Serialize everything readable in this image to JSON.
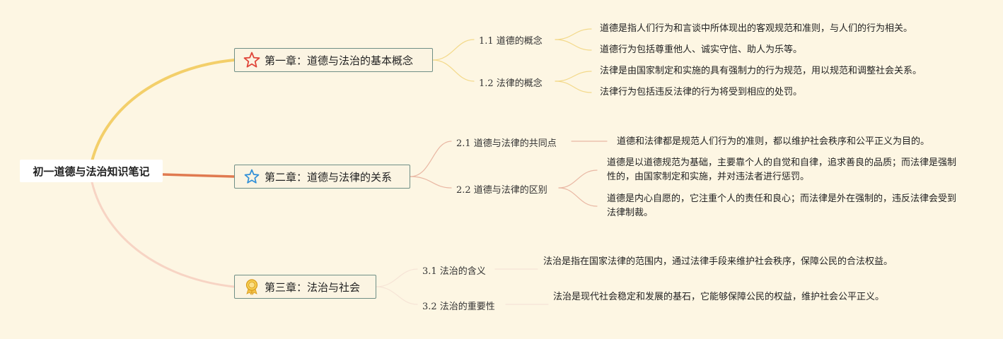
{
  "root": {
    "title": "初一道德与法治知识笔记"
  },
  "chapters": [
    {
      "title": "第一章：道德与法治的基本概念",
      "icon": "star-red-icon",
      "color": "#f3cf6a",
      "topics": [
        {
          "title": "1.1 道德的概念",
          "notes": [
            "道德是指人们行为和言谈中所体现出的客观规范和准则，与人们的行为相关。",
            "道德行为包括尊重他人、诚实守信、助人为乐等。"
          ]
        },
        {
          "title": "1.2 法律的概念",
          "notes": [
            "法律是由国家制定和实施的具有强制力的行为规范，用以规范和调整社会关系。",
            "法律行为包括违反法律的行为将受到相应的处罚。"
          ]
        }
      ]
    },
    {
      "title": "第二章：道德与法律的关系",
      "icon": "star-blue-icon",
      "color": "#e07a50",
      "topics": [
        {
          "title": "2.1 道德与法律的共同点",
          "notes": [
            "道德和法律都是规范人们行为的准则，都以维护社会秩序和公平正义为目的。"
          ]
        },
        {
          "title": "2.2 道德与法律的区别",
          "notes": [
            "道德是以道德规范为基础，主要靠个人的自觉和自律，追求善良的品质；而法律是强制性的，由国家制定和实施，并对违法者进行惩罚。",
            "道德是内心自愿的，它注重个人的责任和良心；而法律是外在强制的，违反法律会受到法律制裁。"
          ]
        }
      ]
    },
    {
      "title": "第三章：法治与社会",
      "icon": "award-medal-icon",
      "color": "#f7d4c4",
      "topics": [
        {
          "title": "3.1 法治的含义",
          "notes": [
            "法治是指在国家法律的范围内，通过法律手段来维护社会秩序，保障公民的合法权益。"
          ]
        },
        {
          "title": "3.2 法治的重要性",
          "notes": [
            "法治是现代社会稳定和发展的基石，它能够保障公民的权益，维护社会公平正义。"
          ]
        }
      ]
    }
  ]
}
